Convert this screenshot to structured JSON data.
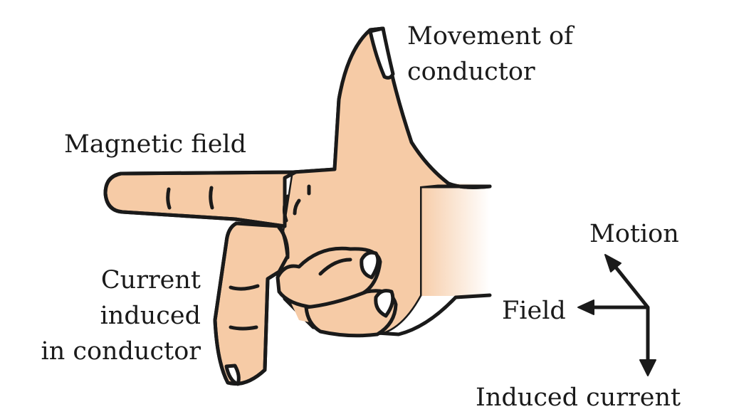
{
  "labels": {
    "thumb": [
      "Movement of",
      "conductor"
    ],
    "index": "Magnetic field",
    "middle": [
      "Current",
      "induced",
      "in conductor"
    ]
  },
  "axes": {
    "motion": "Motion",
    "field": "Field",
    "current": "Induced current"
  },
  "colors": {
    "skin": "#f6cba6",
    "outline": "#1a1a1a"
  }
}
